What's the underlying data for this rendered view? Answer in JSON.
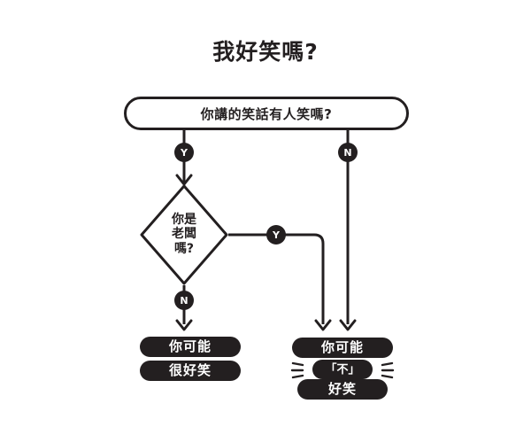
{
  "title": "我好笑嗎?",
  "background_color": "#ffffff",
  "ink_color": "#231f20",
  "nodes": {
    "question": {
      "type": "rounded-pill",
      "label": "你講的笑話有人笑嗎?"
    },
    "decision": {
      "type": "diamond",
      "label": "你是老闆嗎?",
      "lines": [
        "你是",
        "老闆",
        "嗎?"
      ]
    },
    "result_left": {
      "type": "black-pills",
      "lines": [
        "你可能",
        "很好笑"
      ]
    },
    "result_right": {
      "type": "black-pills",
      "lines": [
        "你可能",
        "「不」",
        "好笑"
      ],
      "emphasized_line": "「不」"
    }
  },
  "edges": [
    {
      "id": "q-yes",
      "from": "question",
      "to": "decision",
      "badge": "Y"
    },
    {
      "id": "q-no",
      "from": "question",
      "to": "result_right",
      "badge": "N"
    },
    {
      "id": "d-yes",
      "from": "decision",
      "to": "result_right",
      "badge": "Y"
    },
    {
      "id": "d-no",
      "from": "decision",
      "to": "result_left",
      "badge": "N"
    }
  ],
  "badges": {
    "yes": "Y",
    "no": "N"
  }
}
